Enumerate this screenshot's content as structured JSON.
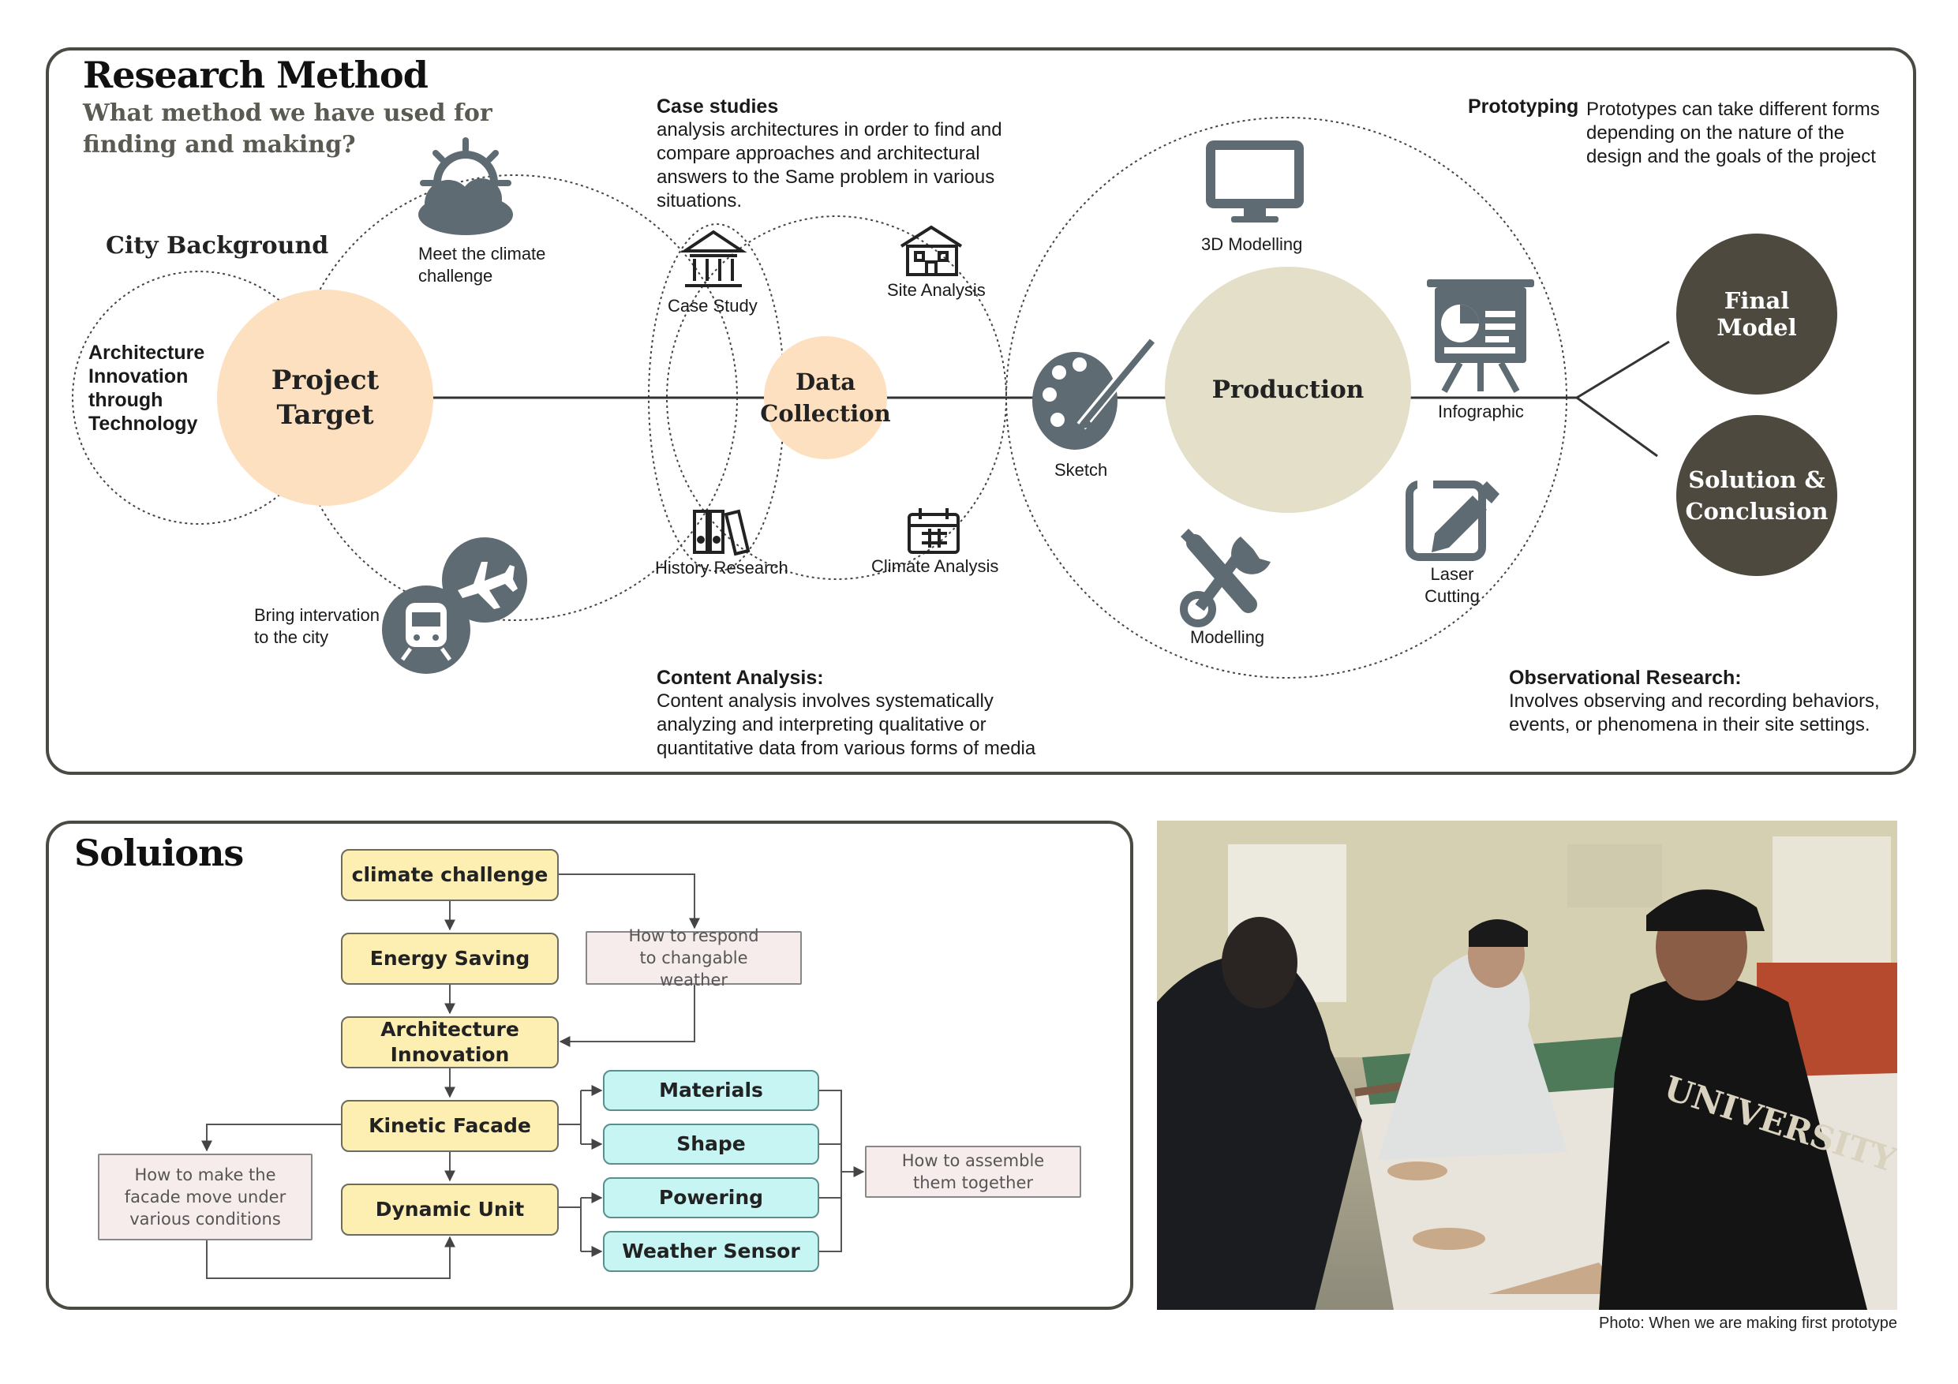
{
  "research": {
    "title": "Research Method",
    "subtitle": "What method we have used for finding and making?",
    "city_background": "City Background",
    "architecture_text": "Architecture Innovation through Technology",
    "project_target": "Project Target",
    "climate_label": "Meet the climate challenge",
    "bring_label": "Bring intervation to the city",
    "case_title": "Case studies",
    "case_body": "analysis architectures in order to find and compare approaches and architectural answers to the Same problem in various situations.",
    "case_study": "Case Study",
    "site_analysis": "Site Analysis",
    "data_collection": "Data Collection",
    "history_research": "History Research",
    "climate_analysis": "Climate Analysis",
    "content_title": "Content Analysis:",
    "content_body": "Content analysis involves systematically analyzing and interpreting qualitative or quantitative data from various forms of media",
    "prototyping_title": "Prototyping",
    "prototyping_body": "Prototypes can take different forms depending on the nature of the design and the goals of the project",
    "modelling_3d": "3D Modelling",
    "sketch": "Sketch",
    "production": "Production",
    "infographic": "Infographic",
    "laser_cutting": "Laser Cutting",
    "modelling": "Modelling",
    "final_model": "Final Model",
    "solution_conclusion": "Solution & Conclusion",
    "observational_title": "Observational Research:",
    "observational_body": "Involves observing and recording behaviors, events, or phenomena in their site settings."
  },
  "solutions": {
    "title": "Soluions",
    "climate_challenge": "climate challenge",
    "energy_saving": "Energy Saving",
    "architecture_innovation": "Architecture Innovation",
    "kinetic_facade": "Kinetic Facade",
    "dynamic_unit": "Dynamic Unit",
    "respond_weather": "How to respond to changable weather",
    "facade_move": "How to make the facade move under various conditions",
    "materials": "Materials",
    "shape": "Shape",
    "powering": "Powering",
    "weather_sensor": "Weather Sensor",
    "assemble": "How to assemble them together"
  },
  "photo": {
    "caption": "Photo: When we are making first prototype",
    "shirt_text": "UNIVERSITY"
  },
  "colors": {
    "border": "#4a4a42",
    "peach": "#fde0c0",
    "beige": "#e3dfc9",
    "dark_circle": "#4d493f",
    "icon_gray": "#5f6b72",
    "yellow_box": "#fdeeb1",
    "cyan_box": "#c7f5f4",
    "pink_box": "#f7ecec"
  }
}
